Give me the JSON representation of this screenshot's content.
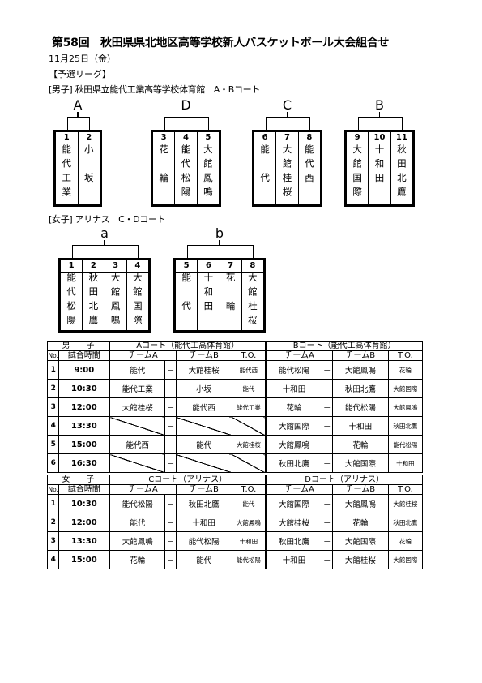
{
  "title": "第58回　秋田県県北地区高等学校新人バスケットボール大会組合せ",
  "date": "11月25日（金）",
  "section": "【予選リーグ】",
  "men": {
    "venue": "[男子] 秋田県立能代工業高等学校体育館　A・Bコート",
    "groups": [
      {
        "label": "A",
        "teams": [
          {
            "num": "1",
            "name": "能代工業"
          },
          {
            "num": "2",
            "name": "小　坂"
          }
        ]
      },
      {
        "label": "D",
        "teams": [
          {
            "num": "3",
            "name": "花　輪"
          },
          {
            "num": "4",
            "name": "能代松陽"
          },
          {
            "num": "5",
            "name": "大館鳳鳴"
          }
        ]
      },
      {
        "label": "C",
        "teams": [
          {
            "num": "6",
            "name": "能　代"
          },
          {
            "num": "7",
            "name": "大館桂桜"
          },
          {
            "num": "8",
            "name": "能代西"
          }
        ]
      },
      {
        "label": "B",
        "teams": [
          {
            "num": "9",
            "name": "大館国際"
          },
          {
            "num": "10",
            "name": "十和田"
          },
          {
            "num": "11",
            "name": "秋田北鷹"
          }
        ]
      }
    ]
  },
  "women": {
    "venue": "[女子] アリナス　C・Dコート",
    "groups": [
      {
        "label": "a",
        "teams": [
          {
            "num": "1",
            "name": "能代松陽"
          },
          {
            "num": "2",
            "name": "秋田北鷹"
          },
          {
            "num": "3",
            "name": "大館鳳鳴"
          },
          {
            "num": "4",
            "name": "大館国際"
          }
        ]
      },
      {
        "label": "b",
        "teams": [
          {
            "num": "5",
            "name": "能　代"
          },
          {
            "num": "6",
            "name": "十和田"
          },
          {
            "num": "7",
            "name": "花　輪"
          },
          {
            "num": "8",
            "name": "大館桂桜"
          }
        ]
      }
    ]
  },
  "schedule_men": {
    "gender": "男　　子",
    "court1": "Aコート（能代工高体育館）",
    "court2": "Bコート（能代工高体育館）",
    "headers": {
      "no": "No.",
      "time": "試合時間",
      "teamA": "チームA",
      "teamB": "チームB",
      "to": "T.O."
    },
    "rows": [
      {
        "no": "1",
        "time": "9:00",
        "a1": "能代",
        "b1": "大館桂桜",
        "t1": "能代西",
        "a2": "能代松陽",
        "b2": "大館鳳鳴",
        "t2": "花輪"
      },
      {
        "no": "2",
        "time": "10:30",
        "a1": "能代工業",
        "b1": "小坂",
        "t1": "能代",
        "a2": "十和田",
        "b2": "秋田北鷹",
        "t2": "大館国際"
      },
      {
        "no": "3",
        "time": "12:00",
        "a1": "大館桂桜",
        "b1": "能代西",
        "t1": "能代工業",
        "a2": "花輪",
        "b2": "能代松陽",
        "t2": "大館鳳鳴"
      },
      {
        "no": "4",
        "time": "13:30",
        "a1": "",
        "b1": "",
        "t1": "",
        "a2": "大館国際",
        "b2": "十和田",
        "t2": "秋田北鷹",
        "empty1": true
      },
      {
        "no": "5",
        "time": "15:00",
        "a1": "能代西",
        "b1": "能代",
        "t1": "大館桂桜",
        "a2": "大館鳳鳴",
        "b2": "花輪",
        "t2": "能代松陽"
      },
      {
        "no": "6",
        "time": "16:30",
        "a1": "",
        "b1": "",
        "t1": "",
        "a2": "秋田北鷹",
        "b2": "大館国際",
        "t2": "十和田",
        "empty1": true
      }
    ]
  },
  "schedule_women": {
    "gender": "女　　子",
    "court1": "Cコート（アリナス）",
    "court2": "Dコート（アリナス）",
    "headers": {
      "no": "No.",
      "time": "試合時間",
      "teamA": "チームA",
      "teamB": "チームB",
      "to": "T.O."
    },
    "rows": [
      {
        "no": "1",
        "time": "10:30",
        "a1": "能代松陽",
        "b1": "秋田北鷹",
        "t1": "能代",
        "a2": "大館国際",
        "b2": "大館鳳鳴",
        "t2": "大館桂桜"
      },
      {
        "no": "2",
        "time": "12:00",
        "a1": "能代",
        "b1": "十和田",
        "t1": "大館鳳鳴",
        "a2": "大館桂桜",
        "b2": "花輪",
        "t2": "秋田北鷹"
      },
      {
        "no": "3",
        "time": "13:30",
        "a1": "大館鳳鳴",
        "b1": "能代松陽",
        "t1": "十和田",
        "a2": "秋田北鷹",
        "b2": "大館国際",
        "t2": "花輪"
      },
      {
        "no": "4",
        "time": "15:00",
        "a1": "花輪",
        "b1": "能代",
        "t1": "能代松陽",
        "a2": "十和田",
        "b2": "大館桂桜",
        "t2": "大館国際"
      }
    ]
  },
  "dash": "－"
}
